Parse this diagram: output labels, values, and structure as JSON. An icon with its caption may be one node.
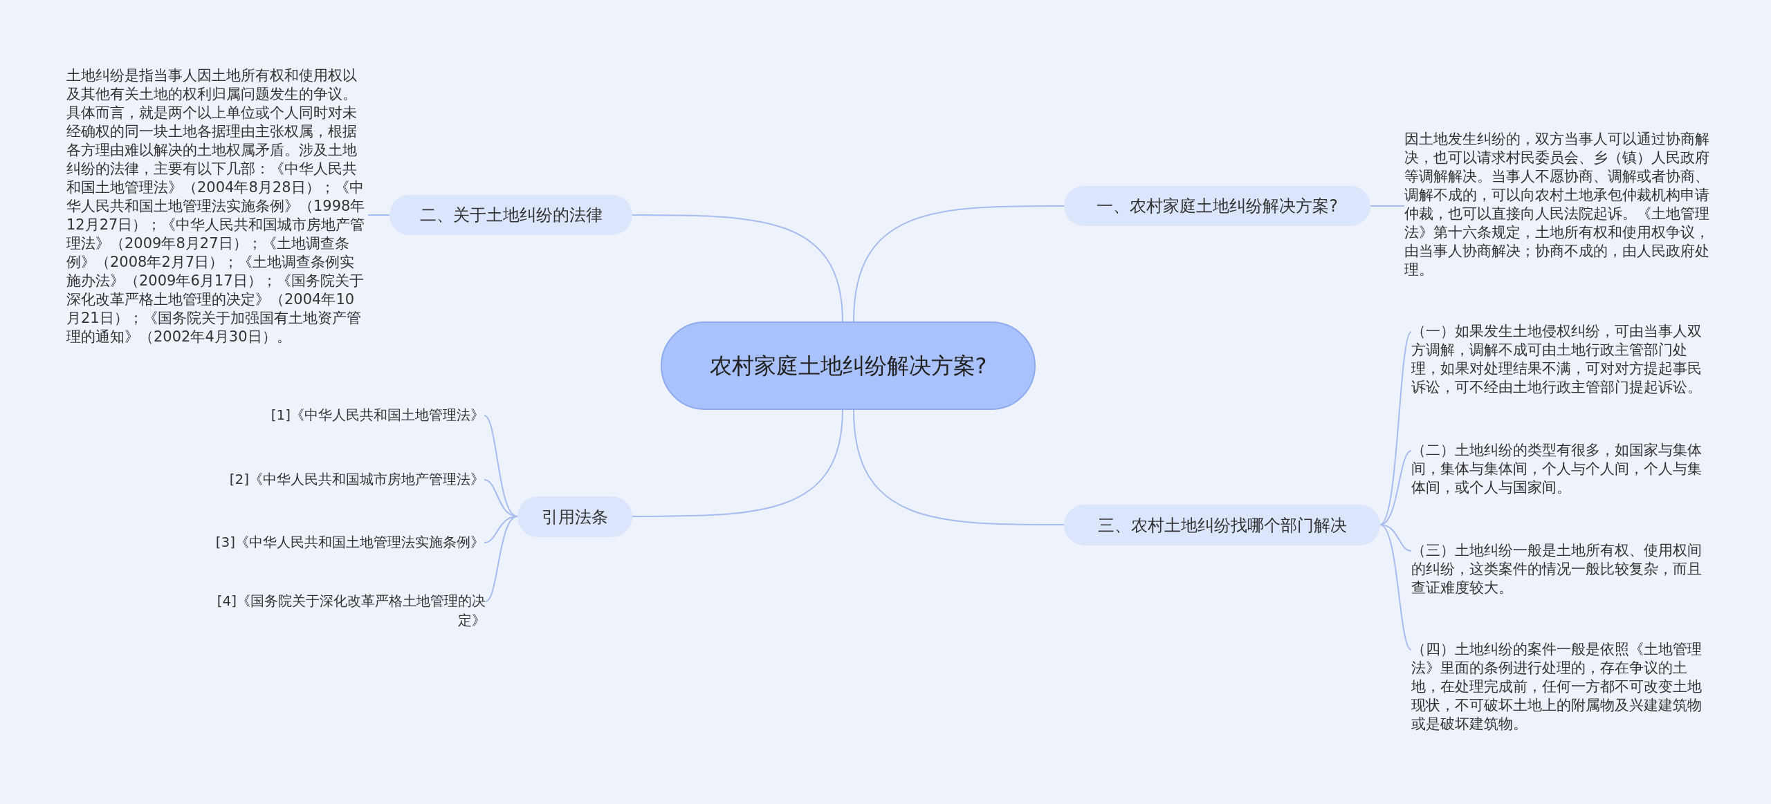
{
  "diagram": {
    "nodes": [
      {
        "text": [
          "农村家庭土地纠纷解决方案?"
        ]
      },
      {
        "text": [
          "一、农村家庭土地纠纷解决方案?"
        ]
      },
      {
        "text": [
          "因土地发生纠纷的，双方当事人可以通过协商解决，也可以请求村民委员会、乡（镇）人民政府等调解解决。当事人不愿协商、调解或者协商、调解不成的，可以向农村土地承包仲裁机构申请仲裁，也可以直接向人民法院起诉。《土地管理法》第十六条规定，土地所有权和使用权争议，由当事人协商解决；协商不成的，由人民政府处理。"
        ]
      },
      {
        "text": [
          "二、关于土地纠纷的法律"
        ]
      },
      {
        "text": [
          "土地纠纷是指当事人因土地所有权和使用权以及其他有关土地的权利归属问题发生的争议。具体而言，就是两个以上单位或个人同时对未经确权的同一块土地各据理由主张权属，根据各方理由难以解决的土地权属矛盾。涉及土地纠纷的法律，主要有以下几部：《中华人民共和国土地管理法》（2004年8月28日）；《中华人民共和国土地管理法实施条例》（1998年12月27日）；《中华人民共和国城市房地产管理法》（2009年8月27日）；《土地调查条例》（2008年2月7日）；《土地调查条例实施办法》（2009年6月17日）；《国务院关于深化改革严格土地管理的决定》（2004年10月21日）；《国务院关于加强国有土地资产管理的通知》（2002年4月30日）。"
        ]
      },
      {
        "text": [
          "三、农村土地纠纷找哪个部门解决"
        ]
      },
      {
        "text": [
          "（一）如果发生土地侵权纠纷，可由当事人双方调解，调解不成可由土地行政主管部门处理，如果对处理结果不满，可对对方提起事民诉讼，可不经由土地行政主管部门提起诉讼。"
        ]
      },
      {
        "text": [
          "（二）土地纠纷的类型有很多，如国家与集体间，集体与集体间，个人与个人间，个人与集体间，或个人与国家间。"
        ]
      },
      {
        "text": [
          "（三）土地纠纷一般是土地所有权、使用权间的纠纷，这类案件的情况一般比较复杂，而且查证难度较大。"
        ]
      },
      {
        "text": [
          "（四）土地纠纷的案件一般是依照《土地管理法》里面的条例进行处理的，存在争议的土地，在处理完成前，任何一方都不可改变土地现状，不可破坏土地上的附属物及兴建建筑物或是破坏建筑物。"
        ]
      },
      {
        "text": [
          "引用法条"
        ]
      },
      {
        "text": [
          "[1]《中华人民共和国土地管理法》"
        ]
      },
      {
        "text": [
          "[2]《中华人民共和国城市房地产管理法》"
        ]
      },
      {
        "text": [
          "[3]《中华人民共和国土地管理法实施条例》"
        ]
      },
      {
        "text": [
          "[4]《国务院关于深化改革严格土地管理的决定》"
        ]
      }
    ],
    "edges": [
      {
        "from": 0,
        "to": 1,
        "arrow": "none"
      },
      {
        "from": 1,
        "to": 2,
        "arrow": "none"
      },
      {
        "from": 0,
        "to": 3,
        "arrow": "none"
      },
      {
        "from": 3,
        "to": 4,
        "arrow": "none"
      },
      {
        "from": 0,
        "to": 5,
        "arrow": "none"
      },
      {
        "from": 5,
        "to": 6,
        "arrow": "none"
      },
      {
        "from": 5,
        "to": 7,
        "arrow": "none"
      },
      {
        "from": 5,
        "to": 8,
        "arrow": "none"
      },
      {
        "from": 5,
        "to": 9,
        "arrow": "none"
      },
      {
        "from": 0,
        "to": 10,
        "arrow": "none"
      },
      {
        "from": 10,
        "to": 11,
        "arrow": "none"
      },
      {
        "from": 10,
        "to": 12,
        "arrow": "none"
      },
      {
        "from": 10,
        "to": 13,
        "arrow": "none"
      },
      {
        "from": 10,
        "to": 14,
        "arrow": "none"
      }
    ]
  }
}
